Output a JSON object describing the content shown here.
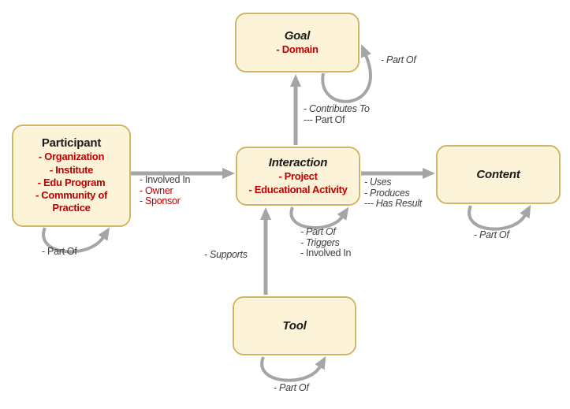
{
  "colors": {
    "node_fill": "#FCF3D8",
    "node_border": "#D2B65F",
    "arrow": "#A5A5A5",
    "title": "#1A1A1A",
    "accent_red": "#C00000",
    "label": "#3F3F3F"
  },
  "nodes": {
    "goal": {
      "title": "Goal",
      "items": [
        "- Domain"
      ]
    },
    "participant": {
      "title": "Participant",
      "items": [
        "- Organization",
        "- Institute",
        "- Edu Program",
        "- Community of Practice"
      ]
    },
    "interaction": {
      "title": "Interaction",
      "items": [
        "- Project",
        "- Educational Activity"
      ]
    },
    "content": {
      "title": "Content",
      "items": []
    },
    "tool": {
      "title": "Tool",
      "items": []
    }
  },
  "edges": {
    "participant_to_interaction": {
      "labels": [
        "- Involved In",
        "- Owner",
        "- Sponsor"
      ]
    },
    "interaction_to_goal": {
      "labels": [
        "- Contributes To",
        "--- Part Of"
      ]
    },
    "interaction_to_content": {
      "labels": [
        "- Uses",
        "- Produces",
        "--- Has Result"
      ]
    },
    "tool_to_interaction": {
      "labels": [
        "- Supports"
      ]
    },
    "goal_self_loop": {
      "labels": [
        "- Part Of"
      ]
    },
    "participant_self_loop": {
      "labels": [
        "- Part Of"
      ]
    },
    "interaction_self_loop": {
      "labels": [
        "- Part Of",
        "- Triggers",
        "- Involved In"
      ]
    },
    "content_self_loop": {
      "labels": [
        "- Part Of"
      ]
    },
    "tool_self_loop": {
      "labels": [
        "- Part Of"
      ]
    }
  }
}
